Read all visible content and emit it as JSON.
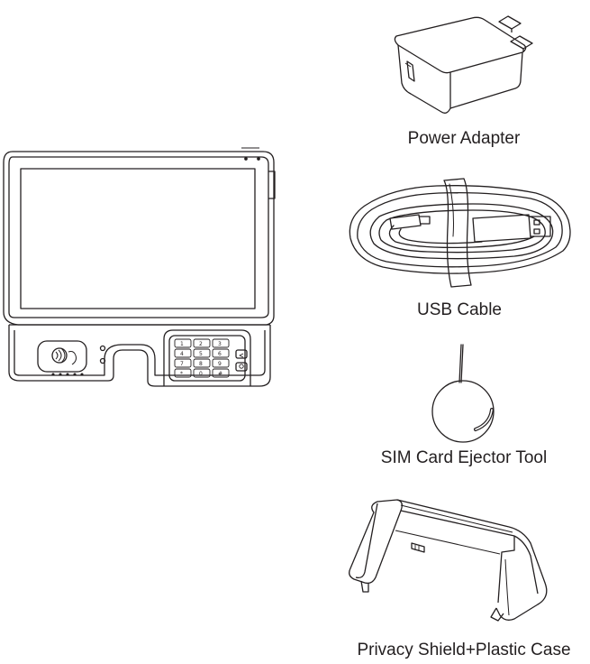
{
  "items": [
    {
      "key": "terminal",
      "icon": "pos-terminal-icon"
    },
    {
      "key": "power_adapter",
      "label": "Power Adapter",
      "icon": "power-adapter-icon"
    },
    {
      "key": "usb_cable",
      "label": "USB Cable",
      "icon": "usb-cable-icon"
    },
    {
      "key": "sim_tool",
      "label": "SIM Card Ejector Tool",
      "icon": "sim-ejector-tool-icon"
    },
    {
      "key": "privacy_shield",
      "label": "Privacy Shield+Plastic Case",
      "icon": "privacy-shield-icon"
    }
  ],
  "keypad": {
    "keys": [
      "1",
      "2",
      "3",
      "4",
      "5",
      "6",
      "7",
      "8",
      "9",
      "*",
      "0",
      "#"
    ]
  },
  "colors": {
    "line": "#231f20",
    "background": "#ffffff"
  }
}
